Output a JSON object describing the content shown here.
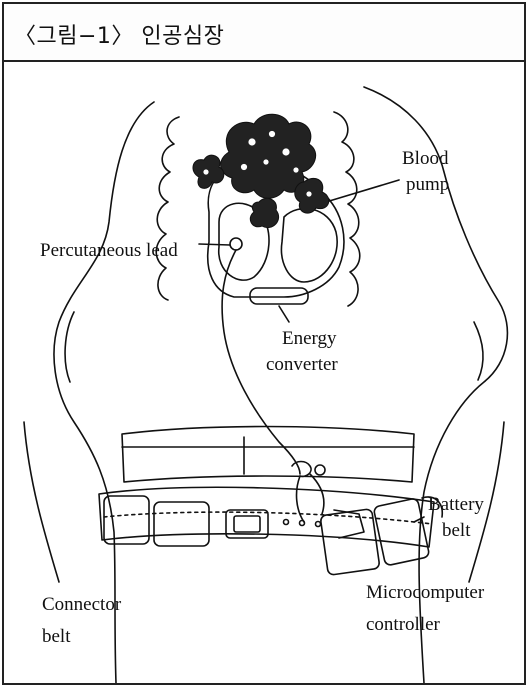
{
  "figure": {
    "title": "〈그림−1〉 인공심장"
  },
  "labels": {
    "blood_pump_line1": "Blood",
    "blood_pump_line2": "pump",
    "percutaneous_lead": "Percutaneous lead",
    "energy_converter_line1": "Energy",
    "energy_converter_line2": "converter",
    "battery_belt_line1": "Battery",
    "battery_belt_line2": "belt",
    "connector_belt_line1": "Connector",
    "connector_belt_line2": "belt",
    "microcomputer_line1": "Microcomputer",
    "microcomputer_line2": "controller"
  },
  "colors": {
    "ink": "#111111",
    "border": "#222222",
    "background": "#ffffff"
  }
}
